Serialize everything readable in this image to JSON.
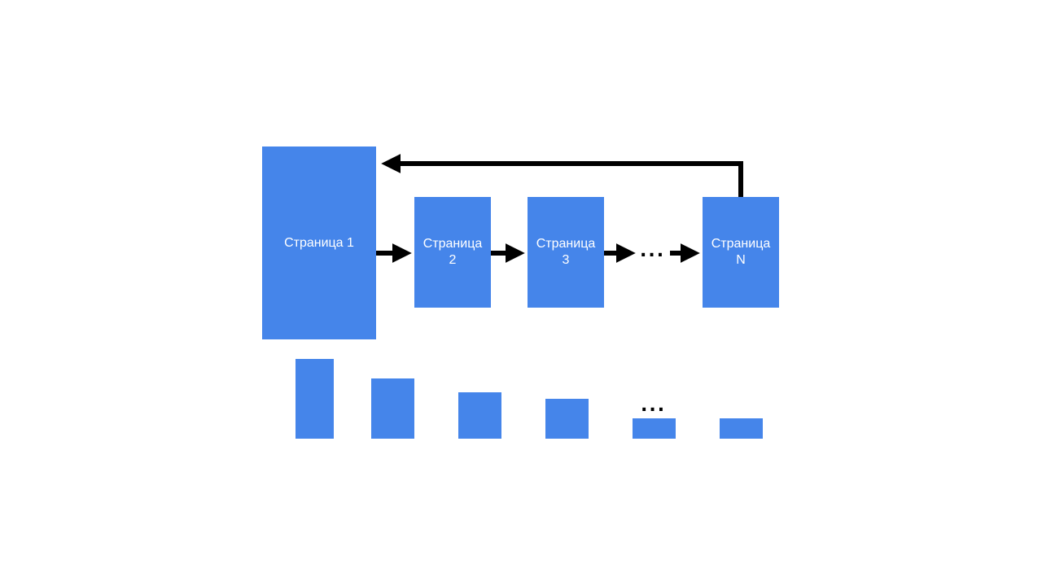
{
  "colors": {
    "block": "#4585EA",
    "arrow": "#000000",
    "text": "#FFFFFF",
    "background": "#FFFFFF"
  },
  "pages": [
    {
      "line1": "Страница 1",
      "line2": ""
    },
    {
      "line1": "Страница",
      "line2": "2"
    },
    {
      "line1": "Страница",
      "line2": "3"
    },
    {
      "line1": "Страница",
      "line2": "N"
    }
  ],
  "ellipsis_top": "...",
  "ellipsis_bottom": "...",
  "size_bars": [
    {
      "relative_size": 1.0
    },
    {
      "relative_size": 0.75
    },
    {
      "relative_size": 0.58
    },
    {
      "relative_size": 0.5
    },
    {
      "relative_size": 0.25
    },
    {
      "relative_size": 0.25
    }
  ]
}
